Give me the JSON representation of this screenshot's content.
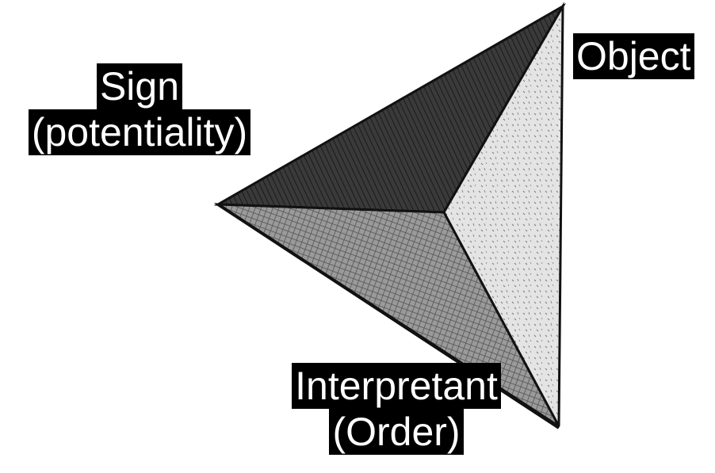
{
  "labels": {
    "sign_line1": "Sign",
    "sign_line2": "(potentiality)",
    "object": "Object",
    "interpretant_line1": "Interpretant",
    "interpretant_line2": "(Order)"
  },
  "colors": {
    "background": "#ffffff",
    "label_background": "#000000",
    "label_text": "#ffffff",
    "dark_face": "#3a3a3a",
    "mid_face": "#8c8c8c",
    "light_face": "#e2e2e2",
    "outline": "#111111"
  }
}
